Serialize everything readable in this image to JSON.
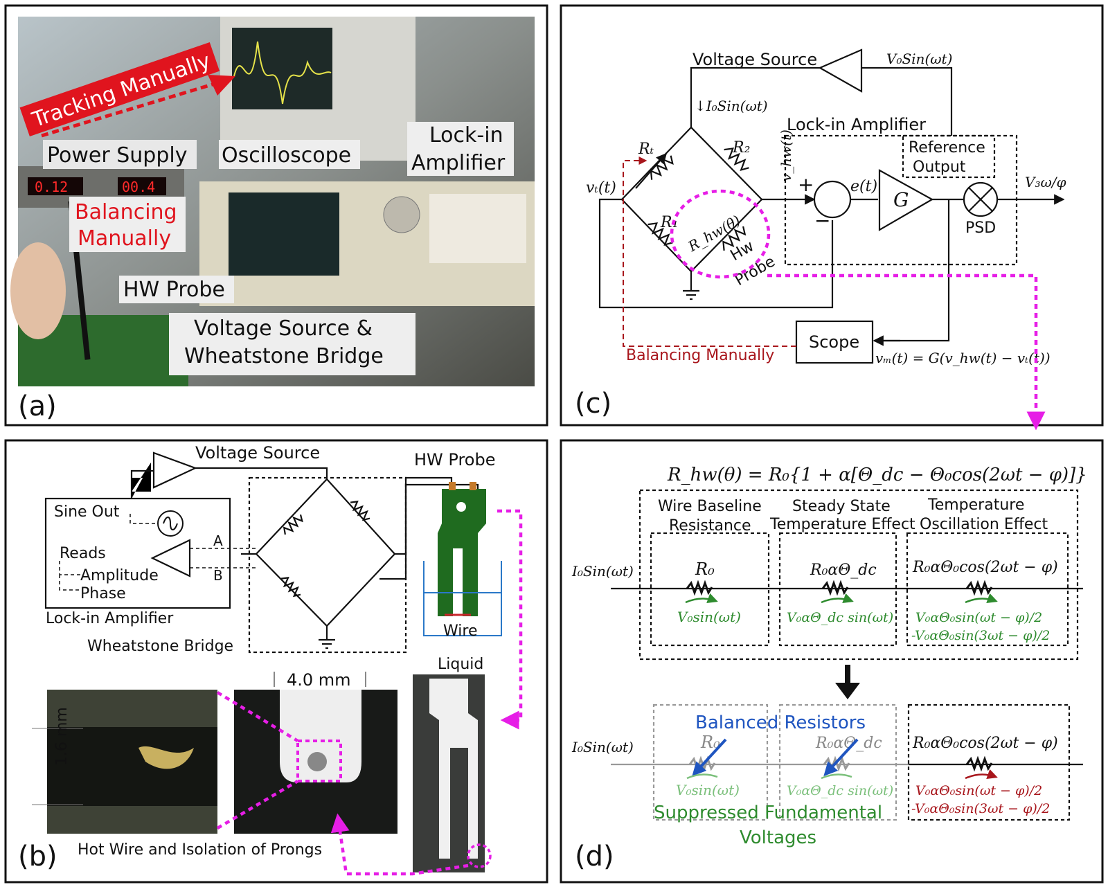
{
  "panels": {
    "a": {
      "letter": "(a)",
      "labels": {
        "tracking": "Tracking Manually",
        "power_supply": "Power Supply",
        "oscilloscope": "Oscilloscope",
        "lockin_line1": "Lock-in",
        "lockin_line2": "Amplifier",
        "balancing_line1": "Balancing",
        "balancing_line2": "Manually",
        "hw_probe": "HW Probe",
        "vs_line1": "Voltage Source &",
        "vs_line2": "Wheatstone Bridge"
      },
      "readout_left": "0.12",
      "readout_right": "00.4"
    },
    "b": {
      "letter": "(b)",
      "voltage_source": "Voltage Source",
      "hw_probe": "HW Probe",
      "sine_out": "Sine Out",
      "reads": "Reads",
      "amplitude": "Amplitude",
      "phase": "Phase",
      "a": "A",
      "b": "B",
      "lockin": "Lock-in Amplifier",
      "wheatstone": "Wheatstone Bridge",
      "wire": "Wire",
      "liquid": "Liquid",
      "dim_width": "4.0 mm",
      "dim_height": "1.6 mm",
      "caption": "Hot Wire and Isolation of Prongs"
    },
    "c": {
      "letter": "(c)",
      "voltage_source": "Voltage Source",
      "v0sin": "V₀Sin(ωt)",
      "i0sin": "↓I₀Sin(ωt)",
      "lockin": "Lock-in Amplifier",
      "reference_line1": "Reference",
      "reference_line2": "Output",
      "rt": "Rₜ",
      "r2": "R₂",
      "r1": "R₁",
      "vt": "vₜ(t)",
      "vhw": "v_hw(t)",
      "plus": "+",
      "minus": "−",
      "et": "e(t)",
      "g": "G",
      "v3w": "V₃ω/φ",
      "rhw": "R_hw(θ)",
      "hw": "Hw",
      "probe": "Probe",
      "psd": "PSD",
      "scope": "Scope",
      "balancing": "Balancing Manually",
      "vm": "vₘ(t) = G(v_hw(t) − vₜ(t))"
    },
    "d": {
      "letter": "(d)",
      "equation": "R_hw(θ) = R₀{1 + α[Θ_dc − Θ₀cos(2ωt − φ)]}",
      "col1_line1": "Wire Baseline",
      "col1_line2": "Resistance",
      "col2_line1": "Steady State",
      "col2_line2": "Temperature Effect",
      "col3_line1": "Temperature",
      "col3_line2": "Oscillation Effect",
      "i0sin": "I₀Sin(ωt)",
      "r0": "R₀",
      "r0adc": "R₀αΘ_dc",
      "r0acos": "R₀αΘ₀cos(2ωt − φ)",
      "v0sin": "V₀sin(ωt)",
      "v0adc": "V₀αΘ_dc sin(ωt)",
      "v3a": "V₀αΘ₀sin(ωt − φ)/2",
      "v3b": "-V₀αΘ₀sin(3ωt − φ)/2",
      "balanced": "Balanced Resistors",
      "suppressed": "Suppressed Fundamental",
      "voltages": "Voltages"
    }
  },
  "colors": {
    "red": "#e0141e",
    "magenta": "#e61ee6",
    "darkred": "#a8161c",
    "green": "#2e8b2e",
    "blue": "#1f55c0",
    "pcb": "#1f6b1f"
  }
}
